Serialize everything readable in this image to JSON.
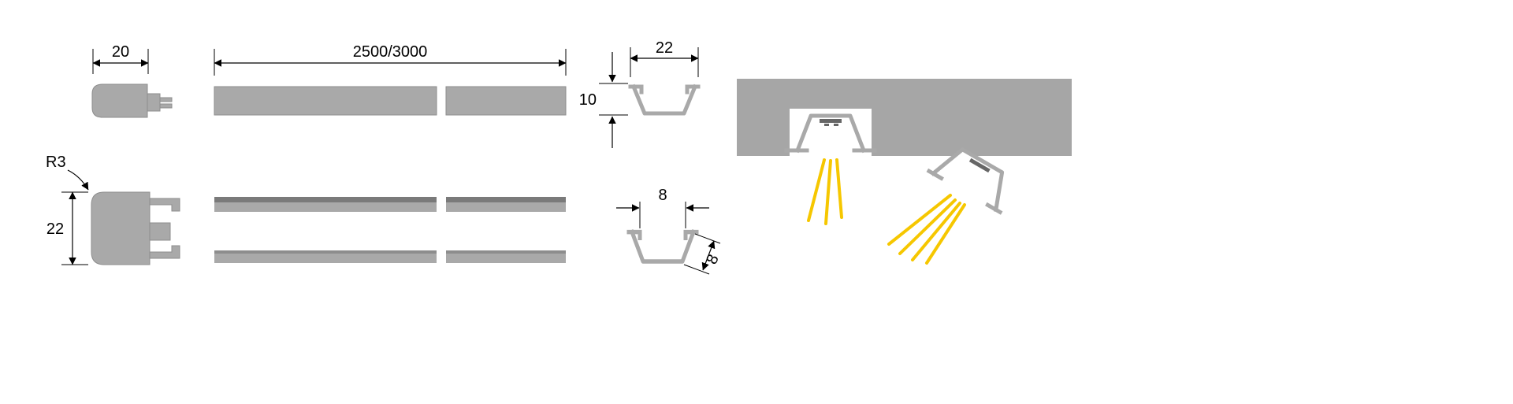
{
  "drawing": {
    "dims": {
      "endcap_width": "20",
      "length": "2500/3000",
      "section_width": "22",
      "section_height": "10",
      "corner_radius": "R3",
      "endcap_height": "22",
      "channel_width": "8",
      "channel_depth": "8"
    },
    "colors": {
      "profile_gray": "#a9a9a9",
      "profile_edge": "#8d8d8d",
      "profile_dark": "#7a7a7a",
      "slab_gray": "#a6a6a6",
      "led_dark": "#666666",
      "beam_yellow": "#f6c700",
      "dimension_black": "#000000",
      "background_white": "#ffffff"
    }
  }
}
